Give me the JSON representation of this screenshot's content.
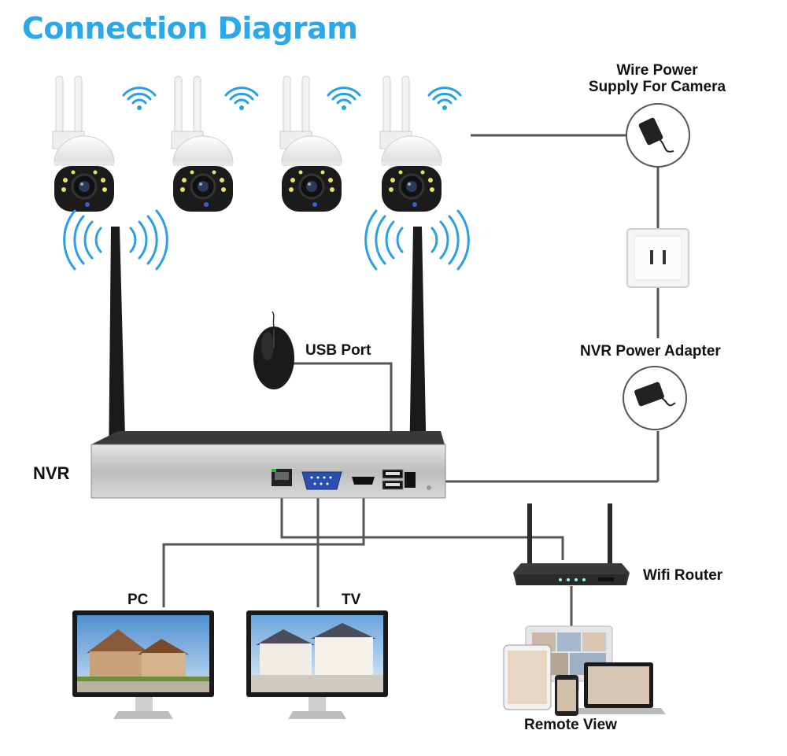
{
  "title": "Connection Diagram",
  "labels": {
    "wire_power": "Wire Power",
    "supply_camera": "Supply For Camera",
    "usb_port": "USB Port",
    "nvr_power_adapter": "NVR Power Adapter",
    "nvr": "NVR",
    "wifi_router": "Wifi Router",
    "pc": "PC",
    "tv": "TV",
    "remote_view": "Remote View"
  },
  "colors": {
    "title_blue": "#2aa8e8",
    "wifi_blue": "#2b9fe6",
    "cable_gray": "#555555",
    "device_black": "#1c1c1c"
  },
  "cameras": [
    {
      "name": "camera-1"
    },
    {
      "name": "camera-2"
    },
    {
      "name": "camera-3"
    },
    {
      "name": "camera-4"
    }
  ]
}
